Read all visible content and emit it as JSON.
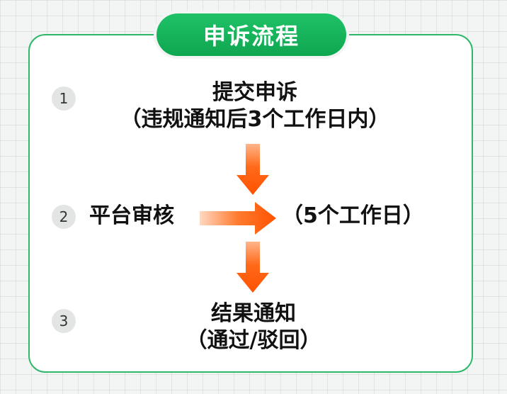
{
  "title": "申诉流程",
  "steps": [
    {
      "number": "1",
      "label": "提交申诉",
      "note": "（违规通知后3个工作日内）"
    },
    {
      "number": "2",
      "label": "平台审核",
      "note": "（5个工作日）"
    },
    {
      "number": "3",
      "label": "结果通知",
      "note": "（通过/驳回）"
    }
  ],
  "colors": {
    "accent_green": "#1fb85f",
    "arrow_orange": "#ff5a00",
    "number_circle": "#e3e5e4"
  }
}
